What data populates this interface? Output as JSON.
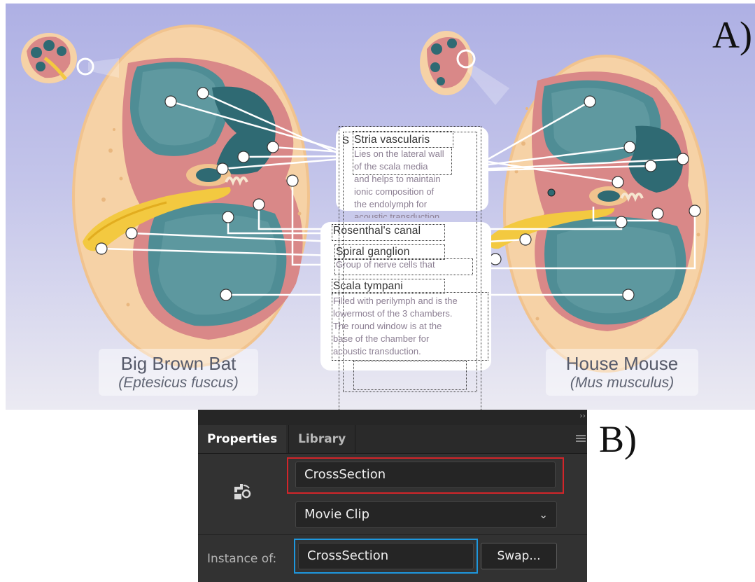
{
  "panel_a": {
    "label": "A)",
    "species_left": {
      "name": "Big Brown Bat",
      "latin": "(Eptesicus fuscus)"
    },
    "species_right": {
      "name": "House Mouse",
      "latin": "(Mus musculus)"
    },
    "tooltips": [
      {
        "title": "Stria vascularis",
        "body": [
          "Lies on the lateral wall",
          "of the scala media",
          "and helps to maintain",
          "ionic composition of",
          "the endolymph for",
          "acoustic transduction"
        ]
      },
      {
        "title": "Rosenthal's canal",
        "body": []
      },
      {
        "title": "Spiral ganglion",
        "body": [
          "Group of nerve cells that"
        ]
      },
      {
        "title": "Scala tympani",
        "body": [
          "Filled with perilymph and is the",
          "lowermost of the 3 chambers.",
          "The round window is at the",
          "base of the chamber for",
          "acoustic transduction."
        ]
      }
    ],
    "colors": {
      "bg_top": "#aeb0e4",
      "bone": "#f6d2a6",
      "tissue": "#d98888",
      "fluid": "#4f8d95",
      "nerve": "#f3c940"
    }
  },
  "panel_b": {
    "label": "B)",
    "tabs": [
      {
        "label": "Properties",
        "active": true
      },
      {
        "label": "Library",
        "active": false
      }
    ],
    "instance_name": "CrossSection",
    "symbol_type": "Movie Clip",
    "instance_of_label": "Instance of:",
    "instance_of_value": "CrossSection",
    "swap_label": "Swap...",
    "icons": {
      "symbol": "movie-clip-symbol-icon",
      "menu": "panel-menu-icon",
      "dropdown": "chevron-down-icon",
      "collapse": "collapse-arrows-icon"
    },
    "highlight_colors": {
      "name_box": "#d3252a",
      "instance_box": "#1e97dd"
    }
  }
}
